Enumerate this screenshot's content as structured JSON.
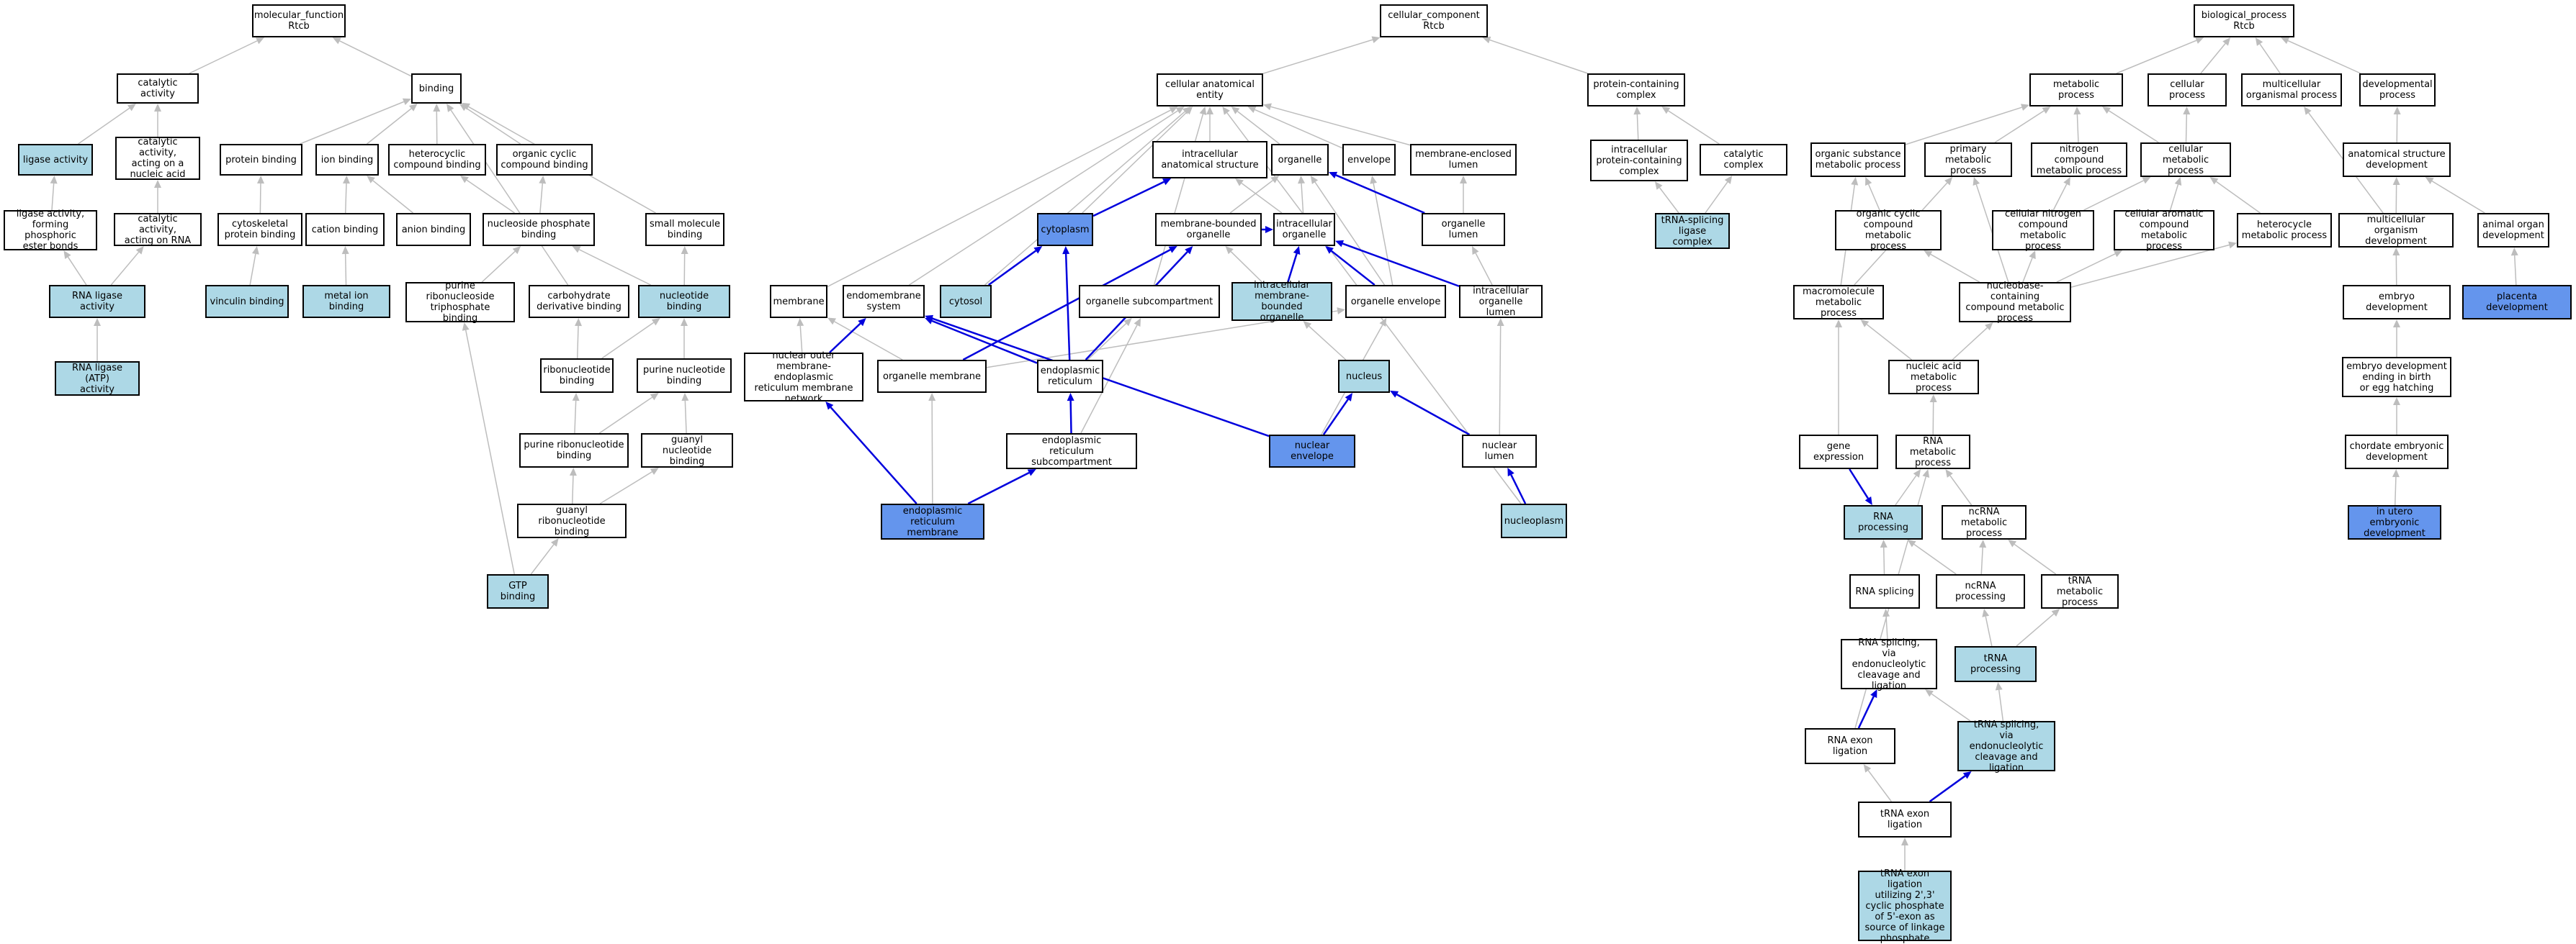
{
  "colors": {
    "background": "#ffffff",
    "node_default": "#ffffff",
    "node_light": "#add8e6",
    "node_blue": "#6495ed",
    "edge_gray": "#bdbdbd",
    "edge_blue": "#0000dd",
    "border": "#000000"
  },
  "nodes": {
    "mf": {
      "label": "molecular_function\nRtcb",
      "style": "default"
    },
    "catact": {
      "label": "catalytic activity",
      "style": "default"
    },
    "binding": {
      "label": "binding",
      "style": "default"
    },
    "ligact": {
      "label": "ligase activity",
      "style": "light"
    },
    "catnuc": {
      "label": "catalytic activity,\nacting on a\nnucleic acid",
      "style": "default"
    },
    "protbind": {
      "label": "protein binding",
      "style": "default"
    },
    "ionbind": {
      "label": "ion binding",
      "style": "default"
    },
    "hetbind": {
      "label": "heterocyclic\ncompound binding",
      "style": "default"
    },
    "orgcyc": {
      "label": "organic cyclic\ncompound binding",
      "style": "default"
    },
    "ligphos": {
      "label": "ligase activity,\nforming phosphoric\nester bonds",
      "style": "default"
    },
    "catrna": {
      "label": "catalytic activity,\nacting on RNA",
      "style": "default"
    },
    "cytoprot": {
      "label": "cytoskeletal\nprotein binding",
      "style": "default"
    },
    "cationb": {
      "label": "cation binding",
      "style": "default"
    },
    "anionb": {
      "label": "anion binding",
      "style": "default"
    },
    "nucphos": {
      "label": "nucleoside phosphate\nbinding",
      "style": "default"
    },
    "smallmol": {
      "label": "small molecule\nbinding",
      "style": "default"
    },
    "rnalig": {
      "label": "RNA ligase activity",
      "style": "light"
    },
    "vincul": {
      "label": "vinculin binding",
      "style": "light"
    },
    "metalion": {
      "label": "metal ion binding",
      "style": "light"
    },
    "purtri": {
      "label": "purine ribonucleoside\ntriphosphate\nbinding",
      "style": "default"
    },
    "carbder": {
      "label": "carbohydrate\nderivative binding",
      "style": "default"
    },
    "nucleob": {
      "label": "nucleotide binding",
      "style": "light"
    },
    "rnaligatp": {
      "label": "RNA ligase (ATP)\nactivity",
      "style": "light"
    },
    "ribonucb": {
      "label": "ribonucleotide\nbinding",
      "style": "default"
    },
    "purnucb": {
      "label": "purine nucleotide\nbinding",
      "style": "default"
    },
    "purribb": {
      "label": "purine ribonucleotide\nbinding",
      "style": "default"
    },
    "guanb": {
      "label": "guanyl nucleotide\nbinding",
      "style": "default"
    },
    "guanribb": {
      "label": "guanyl ribonucleotide\nbinding",
      "style": "default"
    },
    "gtpb": {
      "label": "GTP binding",
      "style": "light"
    },
    "cc": {
      "label": "cellular_component\nRtcb",
      "style": "default"
    },
    "cae": {
      "label": "cellular anatomical\nentity",
      "style": "default"
    },
    "pcc": {
      "label": "protein-containing\ncomplex",
      "style": "default"
    },
    "ias": {
      "label": "intracellular\nanatomical structure",
      "style": "default"
    },
    "organelle": {
      "label": "organelle",
      "style": "default"
    },
    "envelope": {
      "label": "envelope",
      "style": "default"
    },
    "melumen": {
      "label": "membrane-enclosed\nlumen",
      "style": "default"
    },
    "ipcc": {
      "label": "intracellular\nprotein-containing\ncomplex",
      "style": "default"
    },
    "catcomp": {
      "label": "catalytic complex",
      "style": "default"
    },
    "cytoplasm": {
      "label": "cytoplasm",
      "style": "blue"
    },
    "mbo": {
      "label": "membrane-bounded\norganelle",
      "style": "default"
    },
    "intorg": {
      "label": "intracellular\norganelle",
      "style": "default"
    },
    "orglumen": {
      "label": "organelle lumen",
      "style": "default"
    },
    "trnaslc": {
      "label": "tRNA-splicing\nligase complex",
      "style": "light"
    },
    "membrane": {
      "label": "membrane",
      "style": "default"
    },
    "endomem": {
      "label": "endomembrane\nsystem",
      "style": "default"
    },
    "cytosol": {
      "label": "cytosol",
      "style": "light"
    },
    "orgsub": {
      "label": "organelle subcompartment",
      "style": "default"
    },
    "imbo": {
      "label": "intracellular\nmembrane-bounded\norganelle",
      "style": "light"
    },
    "orgenv": {
      "label": "organelle envelope",
      "style": "default"
    },
    "intorglumen": {
      "label": "intracellular\norganelle lumen",
      "style": "default"
    },
    "nuclouter": {
      "label": "nuclear outer\nmembrane-endoplasmic\nreticulum membrane\nnetwork",
      "style": "default"
    },
    "orgmem": {
      "label": "organelle membrane",
      "style": "default"
    },
    "er": {
      "label": "endoplasmic\nreticulum",
      "style": "default"
    },
    "nucleus": {
      "label": "nucleus",
      "style": "light"
    },
    "ersub": {
      "label": "endoplasmic\nreticulum subcompartment",
      "style": "default"
    },
    "nucenv": {
      "label": "nuclear envelope",
      "style": "blue"
    },
    "nuclumen": {
      "label": "nuclear lumen",
      "style": "default"
    },
    "ermem": {
      "label": "endoplasmic\nreticulum membrane",
      "style": "blue"
    },
    "nucleoplasm": {
      "label": "nucleoplasm",
      "style": "light"
    },
    "bp": {
      "label": "biological_process\nRtcb",
      "style": "default"
    },
    "metproc": {
      "label": "metabolic process",
      "style": "default"
    },
    "cellproc": {
      "label": "cellular process",
      "style": "default"
    },
    "multiproc": {
      "label": "multicellular\norganismal process",
      "style": "default"
    },
    "devproc": {
      "label": "developmental\nprocess",
      "style": "default"
    },
    "orgsubst": {
      "label": "organic substance\nmetabolic process",
      "style": "default"
    },
    "primmet": {
      "label": "primary metabolic\nprocess",
      "style": "default"
    },
    "nitmet": {
      "label": "nitrogen compound\nmetabolic process",
      "style": "default"
    },
    "cellmet": {
      "label": "cellular metabolic\nprocess",
      "style": "default"
    },
    "anatdev": {
      "label": "anatomical structure\ndevelopment",
      "style": "default"
    },
    "orgcycmet": {
      "label": "organic cyclic\ncompound metabolic\nprocess",
      "style": "default"
    },
    "cellnit": {
      "label": "cellular nitrogen\ncompound metabolic\nprocess",
      "style": "default"
    },
    "cellarom": {
      "label": "cellular aromatic\ncompound metabolic\nprocess",
      "style": "default"
    },
    "hetmet": {
      "label": "heterocycle\nmetabolic process",
      "style": "default"
    },
    "multidev": {
      "label": "multicellular\norganism development",
      "style": "default"
    },
    "animorg": {
      "label": "animal organ\ndevelopment",
      "style": "default"
    },
    "macromet": {
      "label": "macromolecule\nmetabolic process",
      "style": "default"
    },
    "nbcmet": {
      "label": "nucleobase-containing\ncompound metabolic\nprocess",
      "style": "default"
    },
    "embdev": {
      "label": "embryo development",
      "style": "default"
    },
    "placdev": {
      "label": "placenta development",
      "style": "blue"
    },
    "nucacid": {
      "label": "nucleic acid\nmetabolic process",
      "style": "default"
    },
    "embbirth": {
      "label": "embryo development\nending in birth\nor egg hatching",
      "style": "default"
    },
    "geneexp": {
      "label": "gene expression",
      "style": "default"
    },
    "rnamet": {
      "label": "RNA metabolic\nprocess",
      "style": "default"
    },
    "chordemb": {
      "label": "chordate embryonic\ndevelopment",
      "style": "default"
    },
    "rnaproc": {
      "label": "RNA processing",
      "style": "light"
    },
    "ncrnamet": {
      "label": "ncRNA metabolic\nprocess",
      "style": "default"
    },
    "inutero": {
      "label": "in utero embryonic\ndevelopment",
      "style": "blue"
    },
    "rnaspl": {
      "label": "RNA splicing",
      "style": "default"
    },
    "ncrnaproc": {
      "label": "ncRNA processing",
      "style": "default"
    },
    "trnamet": {
      "label": "tRNA metabolic\nprocess",
      "style": "default"
    },
    "rnasplendo": {
      "label": "RNA splicing,\nvia endonucleolytic\ncleavage and\nligation",
      "style": "default"
    },
    "trnaproc": {
      "label": "tRNA processing",
      "style": "light"
    },
    "rnaexlig": {
      "label": "RNA exon ligation",
      "style": "default"
    },
    "trnasplendo": {
      "label": "tRNA splicing,\nvia endonucleolytic\ncleavage and\nligation",
      "style": "light"
    },
    "trnaexlig": {
      "label": "tRNA exon ligation",
      "style": "default"
    },
    "trnaexcyc": {
      "label": "tRNA exon ligation\nutilizing 2',3'\ncyclic phosphate\nof 5'-exon as\nsource of linkage\nphosphate",
      "style": "light"
    }
  },
  "edges_gray": [
    [
      "catact",
      "mf"
    ],
    [
      "binding",
      "mf"
    ],
    [
      "ligact",
      "catact"
    ],
    [
      "catnuc",
      "catact"
    ],
    [
      "protbind",
      "binding"
    ],
    [
      "ionbind",
      "binding"
    ],
    [
      "hetbind",
      "binding"
    ],
    [
      "orgcyc",
      "binding"
    ],
    [
      "carbder",
      "binding"
    ],
    [
      "smallmol",
      "binding"
    ],
    [
      "ligphos",
      "ligact"
    ],
    [
      "catrna",
      "catnuc"
    ],
    [
      "cytoprot",
      "protbind"
    ],
    [
      "cationb",
      "ionbind"
    ],
    [
      "anionb",
      "ionbind"
    ],
    [
      "nucphos",
      "hetbind"
    ],
    [
      "nucphos",
      "orgcyc"
    ],
    [
      "rnalig",
      "ligphos"
    ],
    [
      "rnalig",
      "catrna"
    ],
    [
      "vincul",
      "cytoprot"
    ],
    [
      "metalion",
      "cationb"
    ],
    [
      "purtri",
      "nucphos"
    ],
    [
      "nucleob",
      "nucphos"
    ],
    [
      "nucleob",
      "smallmol"
    ],
    [
      "rnaligatp",
      "rnalig"
    ],
    [
      "ribonucb",
      "carbder"
    ],
    [
      "ribonucb",
      "nucleob"
    ],
    [
      "purnucb",
      "nucleob"
    ],
    [
      "purribb",
      "ribonucb"
    ],
    [
      "purribb",
      "purnucb"
    ],
    [
      "guanb",
      "purnucb"
    ],
    [
      "guanribb",
      "purribb"
    ],
    [
      "guanribb",
      "guanb"
    ],
    [
      "gtpb",
      "guanribb"
    ],
    [
      "gtpb",
      "purtri"
    ],
    [
      "cae",
      "cc"
    ],
    [
      "pcc",
      "cc"
    ],
    [
      "ias",
      "cae"
    ],
    [
      "organelle",
      "cae"
    ],
    [
      "envelope",
      "cae"
    ],
    [
      "melumen",
      "cae"
    ],
    [
      "membrane",
      "cae"
    ],
    [
      "endomem",
      "cae"
    ],
    [
      "cytosol",
      "cae"
    ],
    [
      "cytoplasm",
      "cae"
    ],
    [
      "orgsub",
      "cae"
    ],
    [
      "nucleoplasm",
      "cae"
    ],
    [
      "ipcc",
      "pcc"
    ],
    [
      "catcomp",
      "pcc"
    ],
    [
      "trnaslc",
      "ipcc"
    ],
    [
      "trnaslc",
      "catcomp"
    ],
    [
      "mbo",
      "organelle"
    ],
    [
      "intorg",
      "organelle"
    ],
    [
      "intorg",
      "ias"
    ],
    [
      "orglumen",
      "melumen"
    ],
    [
      "imbo",
      "mbo"
    ],
    [
      "imbo",
      "intorg"
    ],
    [
      "orgenv",
      "organelle"
    ],
    [
      "orgenv",
      "envelope"
    ],
    [
      "intorglumen",
      "orglumen"
    ],
    [
      "orgmem",
      "membrane"
    ],
    [
      "orgmem",
      "orgenv"
    ],
    [
      "nuclouter",
      "membrane"
    ],
    [
      "er",
      "orgsub"
    ],
    [
      "ersub",
      "orgsub"
    ],
    [
      "nucleus",
      "imbo"
    ],
    [
      "nucenv",
      "orgenv"
    ],
    [
      "nuclumen",
      "intorglumen"
    ],
    [
      "ermem",
      "orgmem"
    ],
    [
      "metproc",
      "bp"
    ],
    [
      "cellproc",
      "bp"
    ],
    [
      "multiproc",
      "bp"
    ],
    [
      "devproc",
      "bp"
    ],
    [
      "orgsubst",
      "metproc"
    ],
    [
      "primmet",
      "metproc"
    ],
    [
      "nitmet",
      "metproc"
    ],
    [
      "cellmet",
      "metproc"
    ],
    [
      "cellmet",
      "cellproc"
    ],
    [
      "anatdev",
      "devproc"
    ],
    [
      "orgcycmet",
      "orgsubst"
    ],
    [
      "cellnit",
      "nitmet"
    ],
    [
      "cellnit",
      "cellmet"
    ],
    [
      "cellarom",
      "cellmet"
    ],
    [
      "hetmet",
      "cellmet"
    ],
    [
      "multidev",
      "multiproc"
    ],
    [
      "multidev",
      "anatdev"
    ],
    [
      "animorg",
      "anatdev"
    ],
    [
      "macromet",
      "orgsubst"
    ],
    [
      "macromet",
      "primmet"
    ],
    [
      "nbcmet",
      "orgcycmet"
    ],
    [
      "nbcmet",
      "cellnit"
    ],
    [
      "nbcmet",
      "cellarom"
    ],
    [
      "nbcmet",
      "hetmet"
    ],
    [
      "nbcmet",
      "primmet"
    ],
    [
      "embdev",
      "multidev"
    ],
    [
      "placdev",
      "animorg"
    ],
    [
      "nucacid",
      "macromet"
    ],
    [
      "nucacid",
      "nbcmet"
    ],
    [
      "embbirth",
      "embdev"
    ],
    [
      "geneexp",
      "macromet"
    ],
    [
      "rnamet",
      "nucacid"
    ],
    [
      "chordemb",
      "embbirth"
    ],
    [
      "rnaproc",
      "rnamet"
    ],
    [
      "ncrnamet",
      "rnamet"
    ],
    [
      "inutero",
      "chordemb"
    ],
    [
      "rnaspl",
      "rnaproc"
    ],
    [
      "ncrnaproc",
      "rnaproc"
    ],
    [
      "ncrnaproc",
      "ncrnamet"
    ],
    [
      "trnamet",
      "ncrnamet"
    ],
    [
      "rnasplendo",
      "rnaspl"
    ],
    [
      "trnaproc",
      "ncrnaproc"
    ],
    [
      "trnaproc",
      "trnamet"
    ],
    [
      "rnaexlig",
      "rnamet"
    ],
    [
      "trnasplendo",
      "trnaproc"
    ],
    [
      "trnasplendo",
      "rnasplendo"
    ],
    [
      "trnaexlig",
      "rnaexlig"
    ],
    [
      "trnaexcyc",
      "trnaexlig"
    ]
  ],
  "edges_blue": [
    [
      "cytoplasm",
      "ias"
    ],
    [
      "cytosol",
      "cytoplasm"
    ],
    [
      "er",
      "cytoplasm"
    ],
    [
      "mbo",
      "intorg"
    ],
    [
      "imbo",
      "intorg"
    ],
    [
      "orgenv",
      "intorg"
    ],
    [
      "intorglumen",
      "intorg"
    ],
    [
      "nuclouter",
      "endomem"
    ],
    [
      "er",
      "endomem"
    ],
    [
      "nucenv",
      "endomem"
    ],
    [
      "er",
      "mbo"
    ],
    [
      "orgmem",
      "mbo"
    ],
    [
      "ersub",
      "er"
    ],
    [
      "nucenv",
      "nucleus"
    ],
    [
      "nuclumen",
      "nucleus"
    ],
    [
      "ermem",
      "nuclouter"
    ],
    [
      "ermem",
      "ersub"
    ],
    [
      "nucleoplasm",
      "nuclumen"
    ],
    [
      "orglumen",
      "organelle"
    ],
    [
      "geneexp",
      "rnaproc"
    ],
    [
      "rnaexlig",
      "rnasplendo"
    ],
    [
      "trnaexlig",
      "trnasplendo"
    ]
  ]
}
